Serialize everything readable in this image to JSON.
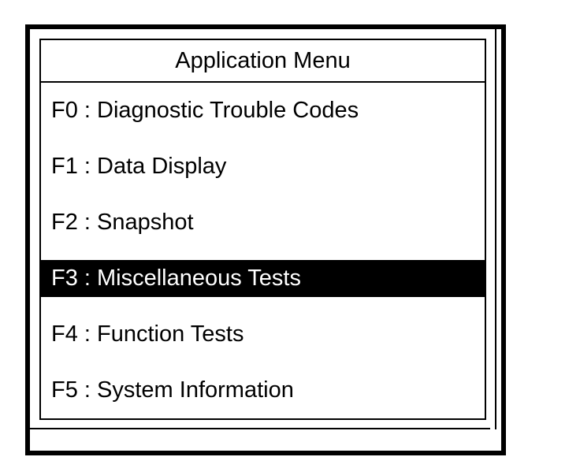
{
  "screen": {
    "title": "Application Menu",
    "menu": {
      "items": [
        {
          "key": "F0",
          "label": "Diagnostic Trouble Codes",
          "text": "F0 : Diagnostic Trouble Codes",
          "selected": false
        },
        {
          "key": "F1",
          "label": "Data Display",
          "text": "F1 : Data Display",
          "selected": false
        },
        {
          "key": "F2",
          "label": "Snapshot",
          "text": "F2 : Snapshot",
          "selected": false
        },
        {
          "key": "F3",
          "label": "Miscellaneous Tests",
          "text": "F3 : Miscellaneous Tests",
          "selected": true
        },
        {
          "key": "F4",
          "label": "Function Tests",
          "text": "F4 : Function Tests",
          "selected": false
        },
        {
          "key": "F5",
          "label": "System Information",
          "text": "F5 : System Information",
          "selected": false
        }
      ]
    },
    "colors": {
      "foreground": "#000000",
      "background": "#ffffff",
      "highlight_background": "#000000",
      "highlight_text": "#ffffff"
    }
  }
}
